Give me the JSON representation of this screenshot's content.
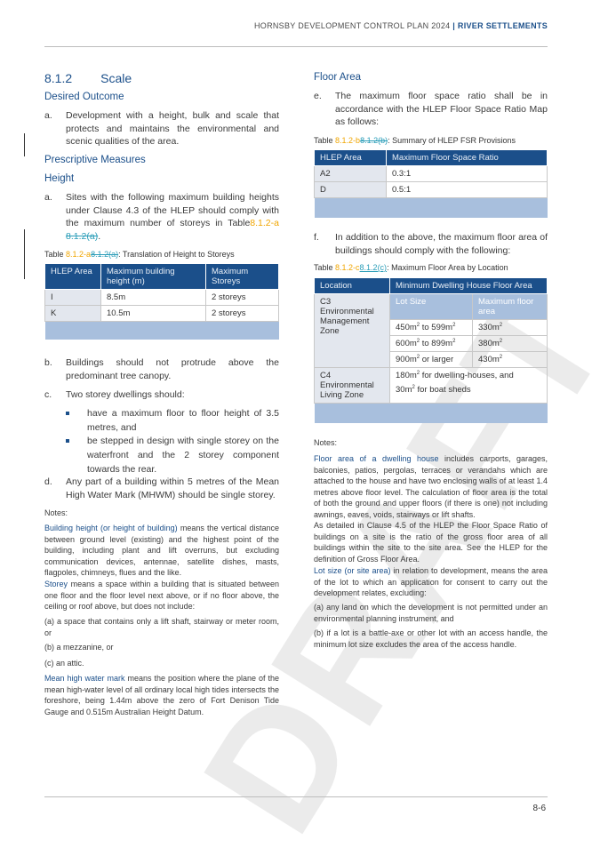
{
  "header": {
    "title": "HORNSBY DEVELOPMENT CONTROL PLAN 2024",
    "separator": " | ",
    "section": "RIVER SETTLEMENTS"
  },
  "page_number": "8-6",
  "watermark": "DRAFT",
  "section": {
    "number": "8.1.2",
    "title": "Scale"
  },
  "desired_outcome": {
    "heading": "Desired Outcome",
    "items": [
      {
        "label": "a.",
        "text": "Development with a height, bulk and scale that protects and maintains the environmental and scenic qualities of the area."
      }
    ]
  },
  "prescriptive_measures": {
    "heading": "Prescriptive Measures"
  },
  "height": {
    "heading": "Height",
    "item_a": {
      "label": "a.",
      "text": "Sites with the following maximum building heights under Clause 4.3 of the HLEP should comply with the maximum number of storeys in Table",
      "ref_new": "8.1.2-a",
      "ref_old": "8.1.2(a)",
      "end": "."
    },
    "table_caption": {
      "prefix": "Table ",
      "ref_new": "8.1.2-a",
      "ref_old": "8.1.2(a)",
      "title": ": Translation of Height to Storeys"
    },
    "table": {
      "headers": [
        "HLEP Area",
        "Maximum building height (m)",
        "Maximum Storeys"
      ],
      "rows": [
        [
          "I",
          "8.5m",
          "2 storeys"
        ],
        [
          "K",
          "10.5m",
          "2 storeys"
        ]
      ]
    },
    "item_b": {
      "label": "b.",
      "text": "Buildings should not protrude above the predominant tree canopy."
    },
    "item_c": {
      "label": "c.",
      "text": "Two storey dwellings should:"
    },
    "bullets": [
      "have a maximum floor to floor height of 3.5 metres, and",
      "be stepped in design with single storey on the waterfront and the 2 storey component towards the rear."
    ],
    "item_d": {
      "label": "d.",
      "text": "Any part of a building within 5 metres of the Mean High Water Mark (MHWM) should be single storey."
    },
    "notes_label": "Notes:",
    "notes": [
      {
        "term": "Building height (or height of building)",
        "text": " means the vertical distance between ground level (existing) and the highest point of the building, including plant and lift overruns, but excluding communication devices, antennae, satellite dishes, masts, flagpoles, chimneys, flues and the like."
      },
      {
        "term": "Storey",
        "text": " means a space within a building that is situated between one floor and the floor level next above, or if no floor above, the ceiling or roof above, but does not include:"
      },
      {
        "term": "",
        "text": "(a) a space that contains only a lift shaft, stairway or meter room, or"
      },
      {
        "term": "",
        "text": "(b) a mezzanine, or"
      },
      {
        "term": "",
        "text": "(c) an attic."
      },
      {
        "term": "Mean high water mark",
        "text": " means the position where the plane of the mean high-water level of all ordinary local high tides intersects the foreshore, being 1.44m above the zero of Fort Denison Tide Gauge and 0.515m Australian Height Datum."
      }
    ]
  },
  "floor_area": {
    "heading": "Floor Area",
    "item_e": {
      "label": "e.",
      "text": "The maximum floor space ratio shall be in accordance with the HLEP Floor Space Ratio Map as follows:"
    },
    "table1_caption": {
      "prefix": "Table ",
      "ref_new": "8.1.2-b",
      "ref_old": "8.1.2(b)",
      "title": ": Summary of HLEP FSR Provisions"
    },
    "table1": {
      "headers": [
        "HLEP Area",
        "Maximum Floor Space Ratio"
      ],
      "rows": [
        [
          "A2",
          "0.3:1"
        ],
        [
          "D",
          "0.5:1"
        ]
      ]
    },
    "item_f": {
      "label": "f.",
      "text": "In addition to the above, the maximum floor area of buildings should comply with the following:"
    },
    "table2_caption": {
      "prefix": "Table ",
      "ref_new": "8.1.2-c",
      "ref_old": "8.1.2(c)",
      "title": ": Maximum Floor Area by Location"
    },
    "table2": {
      "headers": [
        "Location",
        "Minimum Dwelling House Floor Area"
      ],
      "sub_headers": [
        "Lot Size",
        "Maximum floor area"
      ],
      "c3_label": "C3 Environmental Management Zone",
      "c3_rows": [
        [
          "450m",
          "2",
          " to 599m",
          "2",
          "330m",
          "2"
        ],
        [
          "600m",
          "2",
          " to 899m",
          "2",
          "380m",
          "2"
        ],
        [
          "900m",
          "2",
          " or larger",
          "",
          "430m",
          "2"
        ]
      ],
      "c4_label": "C4 Environmental Living Zone",
      "c4_line1": [
        "180m",
        "2",
        " for dwelling-houses, and"
      ],
      "c4_line2": [
        "30m",
        "2",
        " for boat sheds"
      ]
    },
    "notes_label": "Notes:",
    "notes": [
      {
        "term": "Floor area of a dwelling house",
        "text": " includes carports, garages, balconies, patios, pergolas, terraces or verandahs which are attached to the house and have two enclosing walls of at least 1.4 metres above floor level. The calculation of floor area is the total of both the ground and upper floors (if there is one) not including awnings, eaves, voids, stairways or lift shafts."
      },
      {
        "term": "",
        "text": "As detailed in Clause 4.5 of the HLEP the Floor Space Ratio of buildings on a site is the ratio of the gross floor area of all buildings within the site to the site area. See the HLEP for the definition of Gross Floor Area."
      },
      {
        "term": "Lot size (or site area)",
        "text": " in relation to development, means the area of the lot to which an application for consent to carry out the development relates, excluding:"
      },
      {
        "term": "",
        "text": "(a) any land on which the development is not permitted under an environmental planning instrument, and"
      },
      {
        "term": "",
        "text": "(b) if a lot is a battle-axe or other lot with an access handle, the minimum lot size excludes the area of the access handle."
      }
    ]
  }
}
